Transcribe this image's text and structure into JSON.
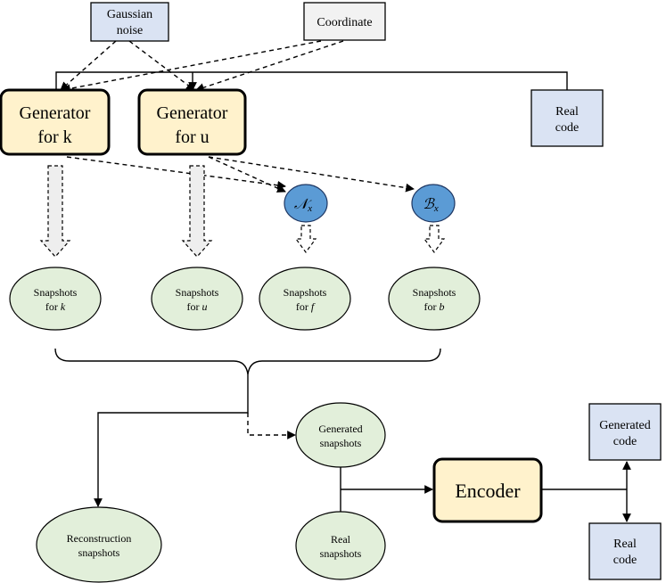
{
  "nodes": {
    "gaussian_noise": {
      "line1": "Gaussian",
      "line2": "noise"
    },
    "coordinate": {
      "label": "Coordinate"
    },
    "generator_k": {
      "line1": "Generator",
      "line2": "for k"
    },
    "generator_u": {
      "line1": "Generator",
      "line2": "for u"
    },
    "real_code_top": {
      "line1": "Real",
      "line2": "code"
    },
    "nx": {
      "symbol": "𝒩",
      "sub": "x"
    },
    "bx": {
      "symbol": "ℬ",
      "sub": "x"
    },
    "snap_k": {
      "line1": "Snapshots",
      "prefix": "for ",
      "var": "k"
    },
    "snap_u": {
      "line1": "Snapshots",
      "prefix": "for ",
      "var": "u"
    },
    "snap_f": {
      "line1": "Snapshots",
      "prefix": "for ",
      "var": "f"
    },
    "snap_b": {
      "line1": "Snapshots",
      "prefix": "for ",
      "var": "b"
    },
    "generated_snapshots": {
      "line1": "Generated",
      "line2": "snapshots"
    },
    "reconstruction_snapshots": {
      "line1": "Reconstruction",
      "line2": "snapshots"
    },
    "real_snapshots": {
      "line1": "Real",
      "line2": "snapshots"
    },
    "encoder": {
      "label": "Encoder"
    },
    "generated_code": {
      "line1": "Generated",
      "line2": "code"
    },
    "real_code_bottom": {
      "line1": "Real",
      "line2": "code"
    }
  },
  "colors": {
    "blue_box": "#dae3f3",
    "gray_box": "#f2f2f2",
    "generator_fill": "#fff2cc",
    "ellipse_fill": "#e2efda",
    "operator_fill": "#5b9bd5",
    "stroke": "#000000"
  }
}
